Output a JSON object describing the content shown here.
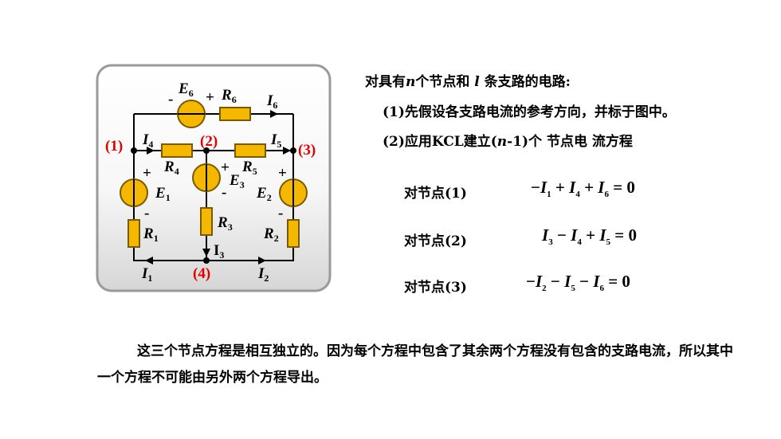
{
  "diagram": {
    "nodes": {
      "n1": "(1)",
      "n2": "(2)",
      "n3": "(3)",
      "n4": "(4)"
    },
    "resistors": {
      "r1": "R",
      "r2": "R",
      "r3": "R",
      "r4": "R",
      "r5": "R",
      "r6": "R"
    },
    "resistor_subs": {
      "r1": "1",
      "r2": "2",
      "r3": "3",
      "r4": "4",
      "r5": "5",
      "r6": "6"
    },
    "sources": {
      "e1": "E",
      "e2": "E",
      "e3": "E",
      "e6": "E"
    },
    "source_subs": {
      "e1": "1",
      "e2": "2",
      "e3": "3",
      "e6": "6"
    },
    "currents": {
      "i1": "I",
      "i2": "I",
      "i3": "I",
      "i4": "I",
      "i5": "I",
      "i6": "I"
    },
    "current_subs": {
      "i1": "1",
      "i2": "2",
      "i3": "3",
      "i4": "4",
      "i5": "5",
      "i6": "6"
    },
    "plus": "+",
    "minus": "-"
  },
  "text": {
    "intro_a": "对具有",
    "intro_n": "n",
    "intro_b": "个节点和 ",
    "intro_l": "l",
    "intro_c": " 条支路的电路:",
    "step1": "(1)先假设各支路电流的参考方向，并标于图中。",
    "step2_a": "(2)应用KCL建立(",
    "step2_n": "n",
    "step2_b": "-1)个 节点电 流方程",
    "node1_label": "对节点(1)",
    "node2_label": "对节点(2)",
    "node3_label": "对节点(3)",
    "conclusion": "这三个节点方程是相互独立的。因为每个方程中包含了其余两个方程没有包含的支路电流，所以其中一个方程不可能由另外两个方程导出。"
  },
  "equations": {
    "eq1": {
      "s1": "−",
      "v1": "I",
      "d1": "1",
      "s2": "+",
      "v2": "I",
      "d2": "4",
      "s3": "+",
      "v3": "I",
      "d3": "6",
      "rhs": "= 0"
    },
    "eq2": {
      "s1": "",
      "v1": "I",
      "d1": "3",
      "s2": "−",
      "v2": "I",
      "d2": "4",
      "s3": "+",
      "v3": "I",
      "d3": "5",
      "rhs": "= 0"
    },
    "eq3": {
      "s1": "−",
      "v1": "I",
      "d1": "2",
      "s2": "−",
      "v2": "I",
      "d2": "5",
      "s3": "−",
      "v3": "I",
      "d3": "6",
      "rhs": "= 0"
    }
  },
  "colors": {
    "node_label": "#e00000",
    "element_fill": "#f5b800",
    "element_stroke": "#7a5a00",
    "wire": "#000000"
  }
}
